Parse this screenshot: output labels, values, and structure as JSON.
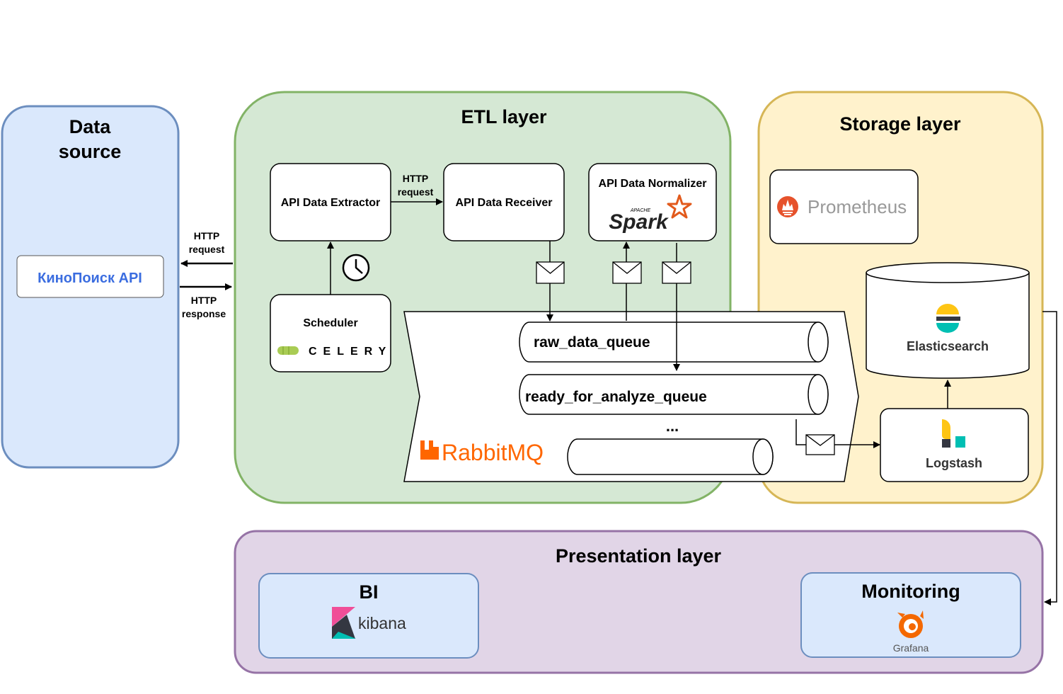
{
  "layers": {
    "data_source": {
      "title_line1": "Data",
      "title_line2": "source"
    },
    "etl": {
      "title": "ETL layer"
    },
    "storage": {
      "title": "Storage layer"
    },
    "presentation": {
      "title": "Presentation layer"
    }
  },
  "kinopoisk": {
    "label": "КиноПоиск API"
  },
  "http": {
    "request_line1": "HTTP",
    "request_line2": "request",
    "response_line1": "HTTP",
    "response_line2": "response",
    "inner_line1": "HTTP",
    "inner_line2": "request"
  },
  "extractor": {
    "label": "API Data Extractor"
  },
  "receiver": {
    "label": "API Data Receiver"
  },
  "normalizer": {
    "label": "API Data Normalizer",
    "logo_top": "APACHE",
    "logo_main": "Spark"
  },
  "scheduler": {
    "label": "Scheduler",
    "logo": "CELERY"
  },
  "rabbitmq": {
    "logo": "RabbitMQ",
    "queues": [
      "raw_data_queue",
      "ready_for_analyze_queue",
      "..."
    ]
  },
  "prometheus": {
    "label": "Prometheus"
  },
  "elasticsearch": {
    "label": "Elasticsearch"
  },
  "logstash": {
    "label": "Logstash"
  },
  "bi": {
    "title": "BI",
    "logo": "kibana"
  },
  "monitoring": {
    "title": "Monitoring",
    "logo": "Grafana"
  },
  "colors": {
    "data_source_fill": "#dae8fc",
    "data_source_stroke": "#6c8ebf",
    "etl_fill": "#d5e8d4",
    "etl_stroke": "#82b366",
    "storage_fill": "#fff2cc",
    "storage_stroke": "#d6b656",
    "presentation_fill": "#e1d5e7",
    "presentation_stroke": "#9673a6",
    "kinopoisk_text": "#3b6de0",
    "rabbit_orange": "#ff6600",
    "prometheus_orange": "#e6522c",
    "celery_green": "#a9cc54",
    "elastic_yellow": "#fec514",
    "elastic_teal": "#00bfb3",
    "kibana_pink": "#f04e98",
    "grafana_orange": "#f46800"
  }
}
